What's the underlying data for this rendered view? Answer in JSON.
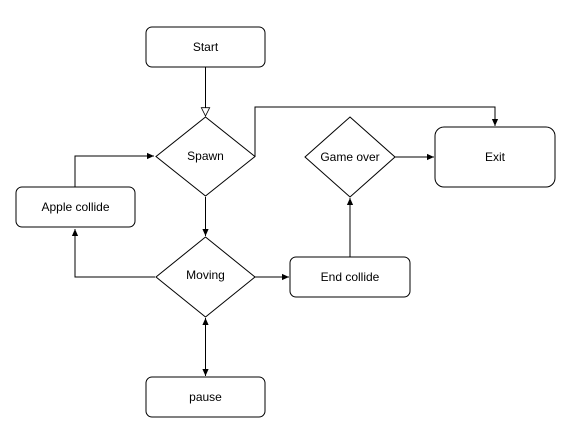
{
  "diagram": {
    "nodes": {
      "start": "Start",
      "spawn": "Spawn",
      "apple_collide": "Apple collide",
      "moving": "Moving",
      "end_collide": "End collide",
      "game_over": "Game over",
      "exit": "Exit",
      "pause": "pause"
    },
    "edges": [
      {
        "from": "start",
        "to": "spawn"
      },
      {
        "from": "spawn",
        "to": "moving"
      },
      {
        "from": "spawn",
        "to": "exit"
      },
      {
        "from": "apple_collide",
        "to": "spawn"
      },
      {
        "from": "moving",
        "to": "apple_collide"
      },
      {
        "from": "moving",
        "to": "end_collide"
      },
      {
        "from": "end_collide",
        "to": "game_over"
      },
      {
        "from": "game_over",
        "to": "exit"
      },
      {
        "from": "moving",
        "to": "pause",
        "bidirectional": true
      }
    ]
  }
}
